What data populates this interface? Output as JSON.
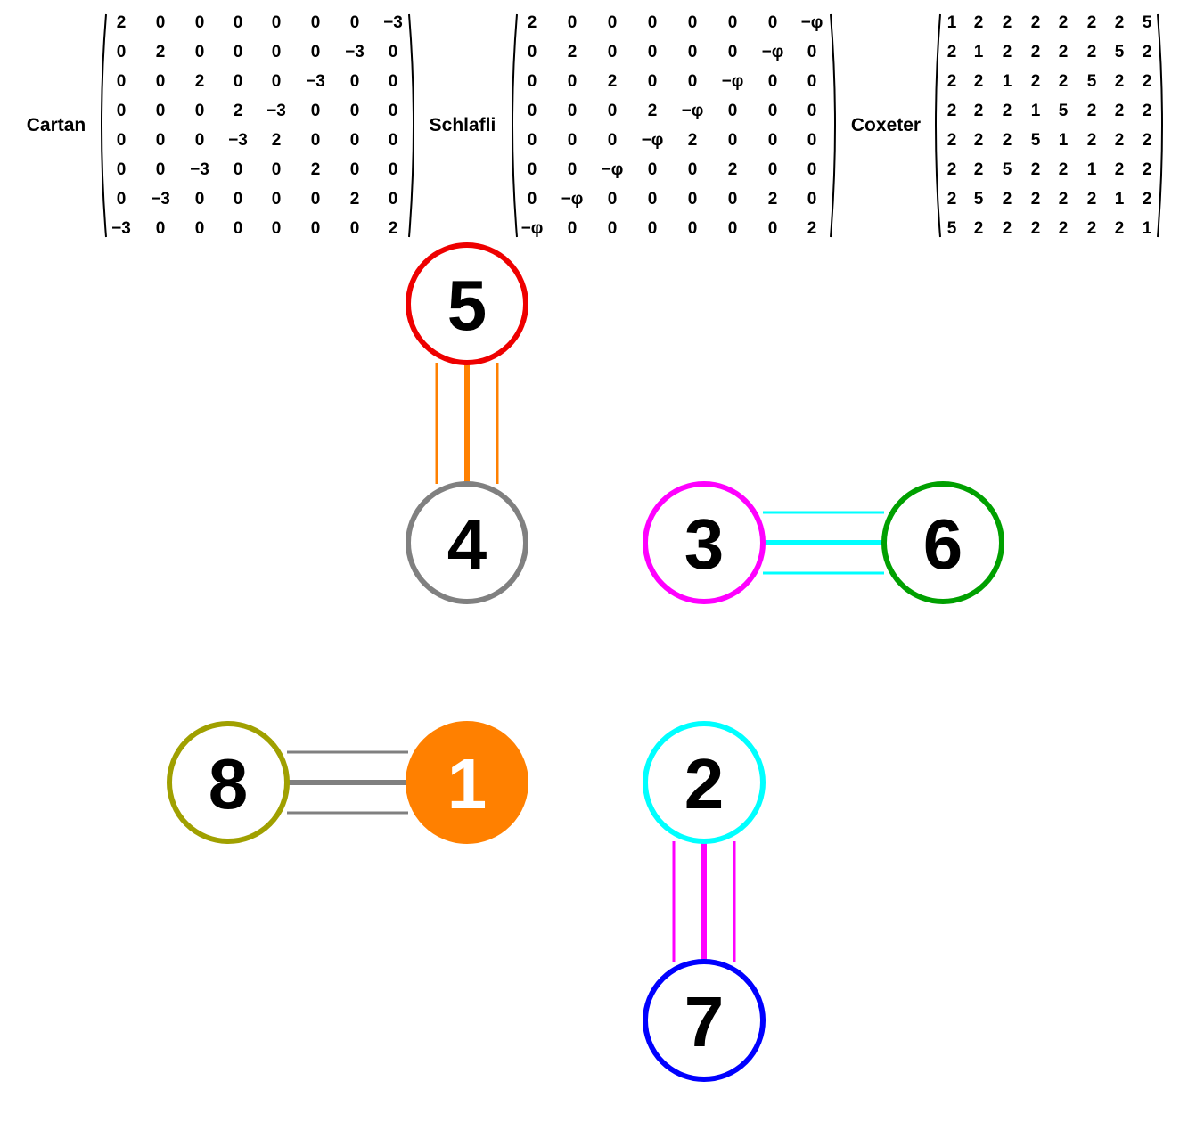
{
  "matrices": [
    {
      "label": "Cartan",
      "rows": [
        [
          "2",
          "0",
          "0",
          "0",
          "0",
          "0",
          "0",
          "−3"
        ],
        [
          "0",
          "2",
          "0",
          "0",
          "0",
          "0",
          "−3",
          "0"
        ],
        [
          "0",
          "0",
          "2",
          "0",
          "0",
          "−3",
          "0",
          "0"
        ],
        [
          "0",
          "0",
          "0",
          "2",
          "−3",
          "0",
          "0",
          "0"
        ],
        [
          "0",
          "0",
          "0",
          "−3",
          "2",
          "0",
          "0",
          "0"
        ],
        [
          "0",
          "0",
          "−3",
          "0",
          "0",
          "2",
          "0",
          "0"
        ],
        [
          "0",
          "−3",
          "0",
          "0",
          "0",
          "0",
          "2",
          "0"
        ],
        [
          "−3",
          "0",
          "0",
          "0",
          "0",
          "0",
          "0",
          "2"
        ]
      ]
    },
    {
      "label": "Schlafli",
      "rows": [
        [
          "2",
          "0",
          "0",
          "0",
          "0",
          "0",
          "0",
          "−φ"
        ],
        [
          "0",
          "2",
          "0",
          "0",
          "0",
          "0",
          "−φ",
          "0"
        ],
        [
          "0",
          "0",
          "2",
          "0",
          "0",
          "−φ",
          "0",
          "0"
        ],
        [
          "0",
          "0",
          "0",
          "2",
          "−φ",
          "0",
          "0",
          "0"
        ],
        [
          "0",
          "0",
          "0",
          "−φ",
          "2",
          "0",
          "0",
          "0"
        ],
        [
          "0",
          "0",
          "−φ",
          "0",
          "0",
          "2",
          "0",
          "0"
        ],
        [
          "0",
          "−φ",
          "0",
          "0",
          "0",
          "0",
          "2",
          "0"
        ],
        [
          "−φ",
          "0",
          "0",
          "0",
          "0",
          "0",
          "0",
          "2"
        ]
      ]
    },
    {
      "label": "Coxeter",
      "rows": [
        [
          "1",
          "2",
          "2",
          "2",
          "2",
          "2",
          "2",
          "5"
        ],
        [
          "2",
          "1",
          "2",
          "2",
          "2",
          "2",
          "5",
          "2"
        ],
        [
          "2",
          "2",
          "1",
          "2",
          "2",
          "5",
          "2",
          "2"
        ],
        [
          "2",
          "2",
          "2",
          "1",
          "5",
          "2",
          "2",
          "2"
        ],
        [
          "2",
          "2",
          "2",
          "5",
          "1",
          "2",
          "2",
          "2"
        ],
        [
          "2",
          "2",
          "5",
          "2",
          "2",
          "1",
          "2",
          "2"
        ],
        [
          "2",
          "5",
          "2",
          "2",
          "2",
          "2",
          "1",
          "2"
        ],
        [
          "5",
          "2",
          "2",
          "2",
          "2",
          "2",
          "2",
          "1"
        ]
      ]
    }
  ],
  "graph": {
    "nodes": [
      {
        "id": "5",
        "label": "5",
        "color": "#ee0000",
        "filled": false
      },
      {
        "id": "4",
        "label": "4",
        "color": "#808080",
        "filled": false
      },
      {
        "id": "3",
        "label": "3",
        "color": "#ff00ff",
        "filled": false
      },
      {
        "id": "6",
        "label": "6",
        "color": "#00a000",
        "filled": false
      },
      {
        "id": "8",
        "label": "8",
        "color": "#a0a000",
        "filled": false
      },
      {
        "id": "1",
        "label": "1",
        "color": "#ff8000",
        "filled": true
      },
      {
        "id": "2",
        "label": "2",
        "color": "#00ffff",
        "filled": false
      },
      {
        "id": "7",
        "label": "7",
        "color": "#0000ff",
        "filled": false
      }
    ],
    "edges": [
      {
        "from": "5",
        "to": "4",
        "color": "#ff8000"
      },
      {
        "from": "3",
        "to": "6",
        "color": "#00ffff"
      },
      {
        "from": "8",
        "to": "1",
        "color": "#808080"
      },
      {
        "from": "2",
        "to": "7",
        "color": "#ff00ff"
      }
    ]
  }
}
